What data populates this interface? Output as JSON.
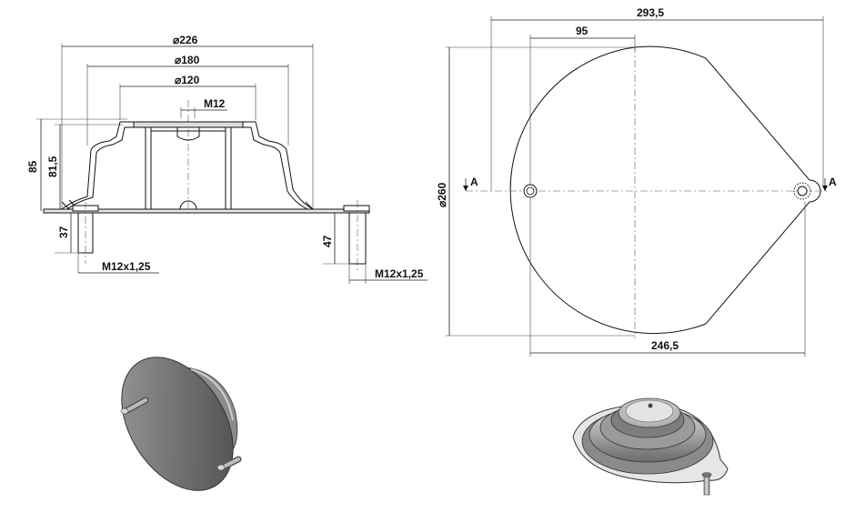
{
  "dimensions": {
    "section": {
      "d_outer": "226",
      "d_mid": "180",
      "d_inner": "120",
      "thread_top": "M12",
      "height_total": "85",
      "height_inner": "81,5",
      "stud_left_len": "37",
      "stud_right_len": "47",
      "thread_left": "M12x1,25",
      "thread_right": "M12x1,25"
    },
    "plan": {
      "width_total": "293,5",
      "offset_center": "95",
      "diameter": "260",
      "bottom_span": "246,5",
      "section_mark_left": "A",
      "section_mark_right": "A"
    }
  },
  "symbols": {
    "diameter": "⌀"
  },
  "colors": {
    "metal_light": "#c9c9c9",
    "metal_mid": "#9a9a9a",
    "metal_dark": "#5d5d5d",
    "line": "#111111"
  }
}
